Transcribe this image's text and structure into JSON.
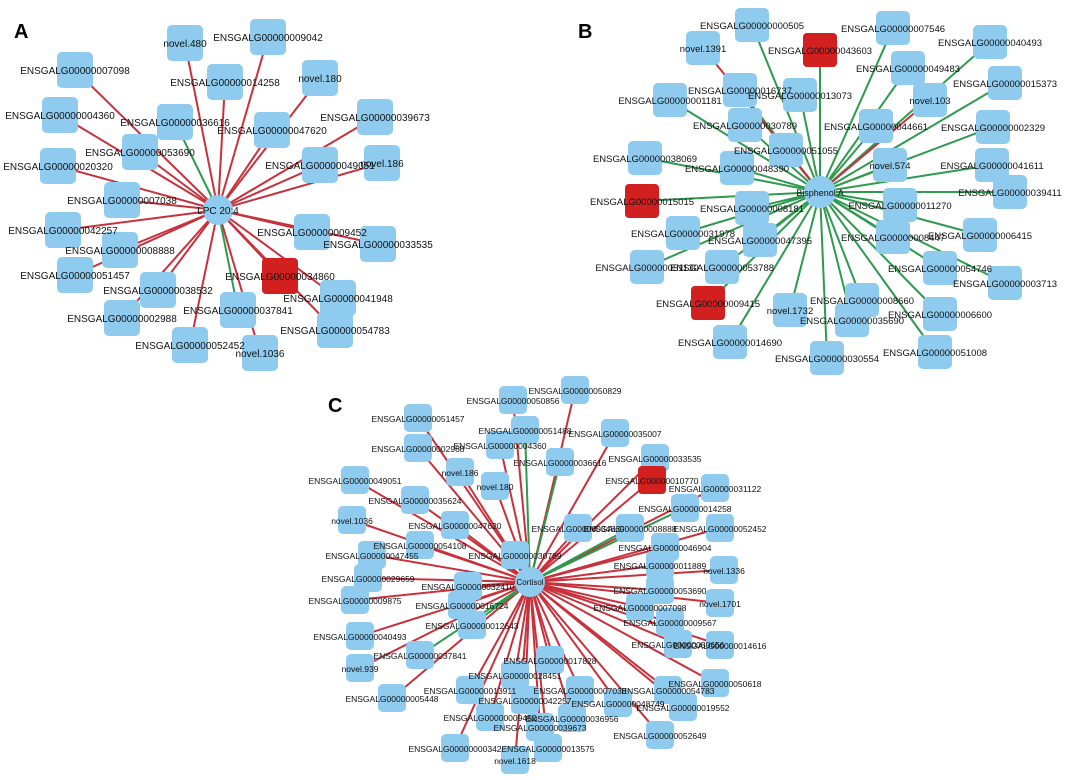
{
  "colors": {
    "node_blue": "#8ecbee",
    "node_red": "#d21f1f",
    "edge_red": "#c8313c",
    "edge_green": "#2e9a4e",
    "text": "#111111"
  },
  "networks": [
    {
      "panel_label": "A",
      "hub": "LPC 20:4",
      "nodes": [
        {
          "label": "novel.480",
          "edge": "red",
          "highlight": false
        },
        {
          "label": "ENSGALG00000009042",
          "edge": "red",
          "highlight": false
        },
        {
          "label": "novel.180",
          "edge": "red",
          "highlight": false
        },
        {
          "label": "ENSGALG00000039673",
          "edge": "red",
          "highlight": false
        },
        {
          "label": "ENSGALG00000014258",
          "edge": "red",
          "highlight": false
        },
        {
          "label": "ENSGALG00000047620",
          "edge": "red",
          "highlight": false
        },
        {
          "label": "ENSGALG00000036616",
          "edge": "green",
          "highlight": false
        },
        {
          "label": "ENSGALG00000049051",
          "edge": "red",
          "highlight": false
        },
        {
          "label": "novel.186",
          "edge": "red",
          "highlight": false
        },
        {
          "label": "ENSGALG00000009452",
          "edge": "red",
          "highlight": false
        },
        {
          "label": "ENSGALG00000033535",
          "edge": "red",
          "highlight": false
        },
        {
          "label": "ENSGALG00000034860",
          "edge": "red",
          "highlight": true
        },
        {
          "label": "ENSGALG00000041948",
          "edge": "red",
          "highlight": false
        },
        {
          "label": "ENSGALG00000054783",
          "edge": "red",
          "highlight": false
        },
        {
          "label": "novel.1036",
          "edge": "red",
          "highlight": false
        },
        {
          "label": "ENSGALG00000037841",
          "edge": "green",
          "highlight": false
        },
        {
          "label": "ENSGALG00000052452",
          "edge": "red",
          "highlight": false
        },
        {
          "label": "ENSGALG00000038532",
          "edge": "red",
          "highlight": false
        },
        {
          "label": "ENSGALG00000002988",
          "edge": "red",
          "highlight": false
        },
        {
          "label": "ENSGALG00000008888",
          "edge": "red",
          "highlight": false
        },
        {
          "label": "ENSGALG00000051457",
          "edge": "red",
          "highlight": false
        },
        {
          "label": "ENSGALG00000042257",
          "edge": "red",
          "highlight": false
        },
        {
          "label": "ENSGALG00000007038",
          "edge": "red",
          "highlight": false
        },
        {
          "label": "ENSGALG00000020320",
          "edge": "red",
          "highlight": false
        },
        {
          "label": "ENSGALG00000053690",
          "edge": "red",
          "highlight": false
        },
        {
          "label": "ENSGALG00000004360",
          "edge": "red",
          "highlight": false
        },
        {
          "label": "ENSGALG00000007098",
          "edge": "red",
          "highlight": false
        }
      ]
    },
    {
      "panel_label": "B",
      "hub": "Bisphenol A",
      "nodes": [
        {
          "label": "ENSGALG00000000505",
          "edge": "green",
          "highlight": false
        },
        {
          "label": "ENSGALG00000043603",
          "edge": "green",
          "highlight": true
        },
        {
          "label": "ENSGALG00000007546",
          "edge": "green",
          "highlight": false
        },
        {
          "label": "ENSGALG00000040493",
          "edge": "green",
          "highlight": false
        },
        {
          "label": "ENSGALG00000049483",
          "edge": "green",
          "highlight": false
        },
        {
          "label": "novel.103",
          "edge": "red",
          "highlight": false
        },
        {
          "label": "ENSGALG00000015373",
          "edge": "green",
          "highlight": false
        },
        {
          "label": "ENSGALG00000002329",
          "edge": "green",
          "highlight": false
        },
        {
          "label": "ENSGALG00000044661",
          "edge": "green",
          "highlight": false
        },
        {
          "label": "novel.574",
          "edge": "green",
          "highlight": false
        },
        {
          "label": "ENSGALG00000041611",
          "edge": "green",
          "highlight": false
        },
        {
          "label": "ENSGALG00000039411",
          "edge": "green",
          "highlight": false
        },
        {
          "label": "ENSGALG00000011270",
          "edge": "green",
          "highlight": false
        },
        {
          "label": "ENSGALG00000006415",
          "edge": "green",
          "highlight": false
        },
        {
          "label": "ENSGALG00000008447",
          "edge": "green",
          "highlight": false
        },
        {
          "label": "ENSGALG00000054746",
          "edge": "green",
          "highlight": false
        },
        {
          "label": "ENSGALG00000003713",
          "edge": "green",
          "highlight": false
        },
        {
          "label": "ENSGALG00000006600",
          "edge": "green",
          "highlight": false
        },
        {
          "label": "ENSGALG00000008660",
          "edge": "green",
          "highlight": false
        },
        {
          "label": "ENSGALG00000051008",
          "edge": "green",
          "highlight": false
        },
        {
          "label": "ENSGALG00000035690",
          "edge": "green",
          "highlight": false
        },
        {
          "label": "ENSGALG00000030554",
          "edge": "green",
          "highlight": false
        },
        {
          "label": "novel.1732",
          "edge": "green",
          "highlight": false
        },
        {
          "label": "ENSGALG00000014690",
          "edge": "green",
          "highlight": false
        },
        {
          "label": "ENSGALG00000009415",
          "edge": "green",
          "highlight": true
        },
        {
          "label": "ENSGALG00000053788",
          "edge": "green",
          "highlight": false
        },
        {
          "label": "ENSGALG00000047395",
          "edge": "green",
          "highlight": false
        },
        {
          "label": "ENSGALG00000051130",
          "edge": "green",
          "highlight": false
        },
        {
          "label": "ENSGALG00000031978",
          "edge": "green",
          "highlight": false
        },
        {
          "label": "ENSGALG00000008181",
          "edge": "green",
          "highlight": false
        },
        {
          "label": "ENSGALG00000015015",
          "edge": "green",
          "highlight": true
        },
        {
          "label": "ENSGALG00000048390",
          "edge": "green",
          "highlight": false
        },
        {
          "label": "ENSGALG00000038069",
          "edge": "green",
          "highlight": false
        },
        {
          "label": "ENSGALG00000051055",
          "edge": "green",
          "highlight": false
        },
        {
          "label": "ENSGALG00000030789",
          "edge": "green",
          "highlight": false
        },
        {
          "label": "ENSGALG00000001181",
          "edge": "green",
          "highlight": false
        },
        {
          "label": "ENSGALG00000016737",
          "edge": "green",
          "highlight": false
        },
        {
          "label": "ENSGALG00000013073",
          "edge": "green",
          "highlight": false
        },
        {
          "label": "novel.1391",
          "edge": "red",
          "highlight": false
        }
      ]
    },
    {
      "panel_label": "C",
      "hub": "Cortisol",
      "nodes": [
        {
          "label": "ENSGALG00000050829",
          "edge": "red",
          "highlight": false
        },
        {
          "label": "ENSGALG00000050856",
          "edge": "red",
          "highlight": false
        },
        {
          "label": "ENSGALG00000051488",
          "edge": "green",
          "highlight": false
        },
        {
          "label": "ENSGALG00000035007",
          "edge": "red",
          "highlight": false
        },
        {
          "label": "ENSGALG00000033535",
          "edge": "red",
          "highlight": false
        },
        {
          "label": "ENSGALG00000010770",
          "edge": "red",
          "highlight": true
        },
        {
          "label": "ENSGALG00000031122",
          "edge": "red",
          "highlight": false
        },
        {
          "label": "ENSGALG00000014258",
          "edge": "green",
          "highlight": false
        },
        {
          "label": "ENSGALG00000052452",
          "edge": "red",
          "highlight": false
        },
        {
          "label": "ENSGALG00000008888",
          "edge": "green",
          "highlight": false
        },
        {
          "label": "ENSGALG00000046904",
          "edge": "red",
          "highlight": false
        },
        {
          "label": "ENSGALG00000011889",
          "edge": "red",
          "highlight": false
        },
        {
          "label": "novel.1336",
          "edge": "red",
          "highlight": false
        },
        {
          "label": "ENSGALG00000053690",
          "edge": "red",
          "highlight": false
        },
        {
          "label": "novel.1701",
          "edge": "red",
          "highlight": false
        },
        {
          "label": "ENSGALG00000007098",
          "edge": "red",
          "highlight": false
        },
        {
          "label": "ENSGALG00000009567",
          "edge": "red",
          "highlight": false
        },
        {
          "label": "ENSGALG00000014616",
          "edge": "red",
          "highlight": false
        },
        {
          "label": "ENSGALG00000050656",
          "edge": "red",
          "highlight": false
        },
        {
          "label": "ENSGALG00000050618",
          "edge": "red",
          "highlight": false
        },
        {
          "label": "ENSGALG00000054783",
          "edge": "red",
          "highlight": false
        },
        {
          "label": "ENSGALG00000019552",
          "edge": "red",
          "highlight": false
        },
        {
          "label": "ENSGALG00000048749",
          "edge": "red",
          "highlight": false
        },
        {
          "label": "ENSGALG00000052649",
          "edge": "red",
          "highlight": false
        },
        {
          "label": "ENSGALG00000007038",
          "edge": "red",
          "highlight": false
        },
        {
          "label": "ENSGALG00000036956",
          "edge": "red",
          "highlight": false
        },
        {
          "label": "ENSGALG00000013575",
          "edge": "red",
          "highlight": false
        },
        {
          "label": "ENSGALG00000039673",
          "edge": "red",
          "highlight": false
        },
        {
          "label": "novel.1618",
          "edge": "red",
          "highlight": false
        },
        {
          "label": "ENSGALG00000042257",
          "edge": "red",
          "highlight": false
        },
        {
          "label": "ENSGALG00000000342",
          "edge": "red",
          "highlight": false
        },
        {
          "label": "ENSGALG00000028451",
          "edge": "red",
          "highlight": false
        },
        {
          "label": "ENSGALG00000009452",
          "edge": "red",
          "highlight": false
        },
        {
          "label": "ENSGALG00000017828",
          "edge": "red",
          "highlight": false
        },
        {
          "label": "ENSGALG00000013911",
          "edge": "red",
          "highlight": false
        },
        {
          "label": "ENSGALG00000005448",
          "edge": "red",
          "highlight": false
        },
        {
          "label": "ENSGALG00000037841",
          "edge": "green",
          "highlight": false
        },
        {
          "label": "novel.939",
          "edge": "red",
          "highlight": false
        },
        {
          "label": "ENSGALG00000012643",
          "edge": "green",
          "highlight": false
        },
        {
          "label": "ENSGALG00000040493",
          "edge": "red",
          "highlight": false
        },
        {
          "label": "ENSGALG00000016724",
          "edge": "red",
          "highlight": false
        },
        {
          "label": "ENSGALG00000009875",
          "edge": "red",
          "highlight": false
        },
        {
          "label": "ENSGALG00000032410",
          "edge": "red",
          "highlight": false
        },
        {
          "label": "ENSGALG00000029659",
          "edge": "red",
          "highlight": false
        },
        {
          "label": "ENSGALG00000047455",
          "edge": "red",
          "highlight": false
        },
        {
          "label": "ENSGALG00000054108",
          "edge": "red",
          "highlight": false
        },
        {
          "label": "ENSGALG00000030789",
          "edge": "red",
          "highlight": false
        },
        {
          "label": "novel.1036",
          "edge": "red",
          "highlight": false
        },
        {
          "label": "ENSGALG00000047620",
          "edge": "red",
          "highlight": false
        },
        {
          "label": "ENSGALG00000049051",
          "edge": "red",
          "highlight": false
        },
        {
          "label": "ENSGALG00000035624",
          "edge": "red",
          "highlight": false
        },
        {
          "label": "ENSGALG00000002988",
          "edge": "red",
          "highlight": false
        },
        {
          "label": "novel.186",
          "edge": "red",
          "highlight": false
        },
        {
          "label": "ENSGALG00000051457",
          "edge": "red",
          "highlight": false
        },
        {
          "label": "ENSGALG00000004360",
          "edge": "red",
          "highlight": false
        },
        {
          "label": "novel.180",
          "edge": "red",
          "highlight": false
        },
        {
          "label": "ENSGALG00000036616",
          "edge": "green",
          "highlight": false
        },
        {
          "label": "ENSGALG00000034860",
          "edge": "red",
          "highlight": false
        }
      ]
    }
  ]
}
